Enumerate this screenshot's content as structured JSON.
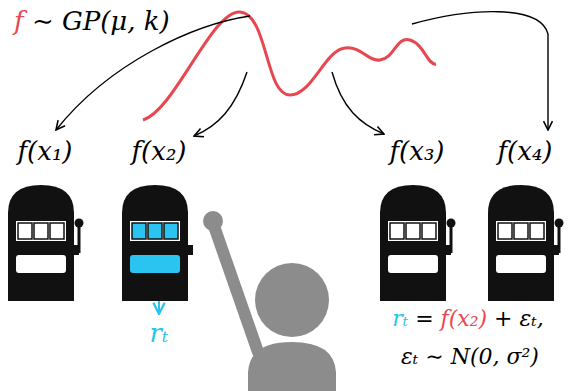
{
  "diagram": {
    "nodes": [
      {
        "text": [
          "f(x₁)"
        ]
      },
      {
        "text": [
          "f(x₂)"
        ]
      },
      {
        "text": [
          "f(x₃)"
        ]
      },
      {
        "text": [
          "f(x₄)"
        ]
      }
    ],
    "labels": [
      "f ∼ GP(μ, k)",
      "rₜ",
      "rₜ = f(x₂) + εₜ,",
      "εₜ ∼ N(0, σ²)"
    ]
  }
}
